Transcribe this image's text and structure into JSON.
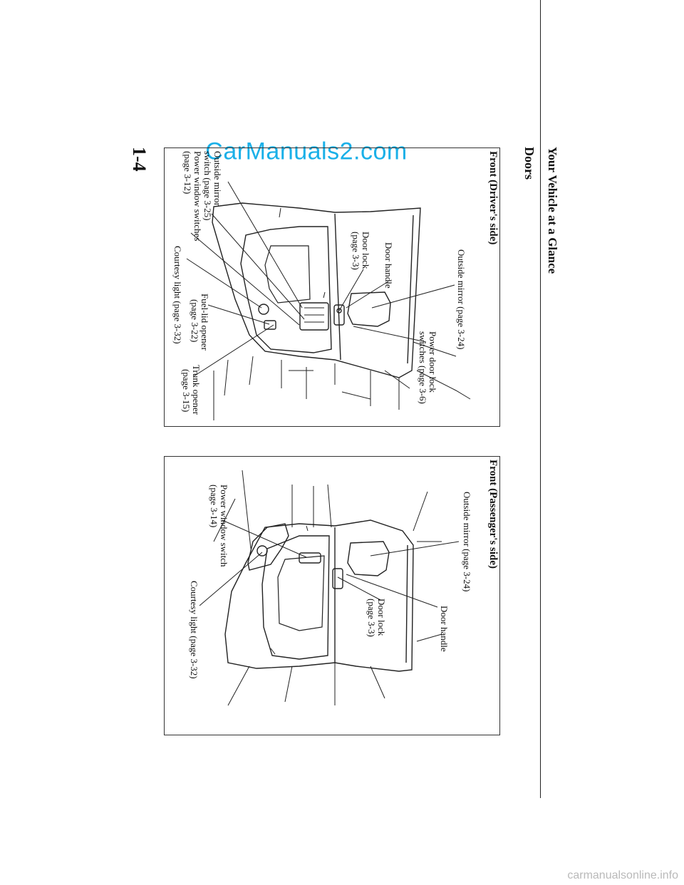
{
  "page_number": "1-4",
  "header": {
    "chapter_title": "Your Vehicle at a Glance",
    "section_title": "Doors"
  },
  "watermark": "CarManuals2.com",
  "footer_watermark": "carmanualsonline.info",
  "driver_panel": {
    "title": "Front (Driver's side)",
    "labels": {
      "outside_mirror": "Outside mirror (page 3-24)",
      "power_door_lock_1": "Power door lock",
      "power_door_lock_2": "switches (page 3-6)",
      "door_handle": "Door handle",
      "door_lock_1": "Door lock",
      "door_lock_2": "(page 3-3)",
      "mirror_switch_1": "Outside mirror",
      "mirror_switch_2": "switch (page 3-25)",
      "power_window_1": "Power window switches",
      "power_window_2": "(page 3-12)",
      "courtesy_light": "Courtesy light (page 3-32)",
      "fuel_lid_1": "Fuel-lid opener",
      "fuel_lid_2": "(page 3-22)",
      "trunk_1": "Trunk opener",
      "trunk_2": "(page 3-15)"
    }
  },
  "passenger_panel": {
    "title": "Front (Passenger's side)",
    "labels": {
      "outside_mirror": "Outside mirror (page 3-24)",
      "door_handle": "Door handle",
      "door_lock_1": "Door lock",
      "door_lock_2": "(page 3-3)",
      "power_window_1": "Power window switch",
      "power_window_2": "(page 3-14)",
      "courtesy_light": "Courtesy light (page 3-32)"
    }
  }
}
